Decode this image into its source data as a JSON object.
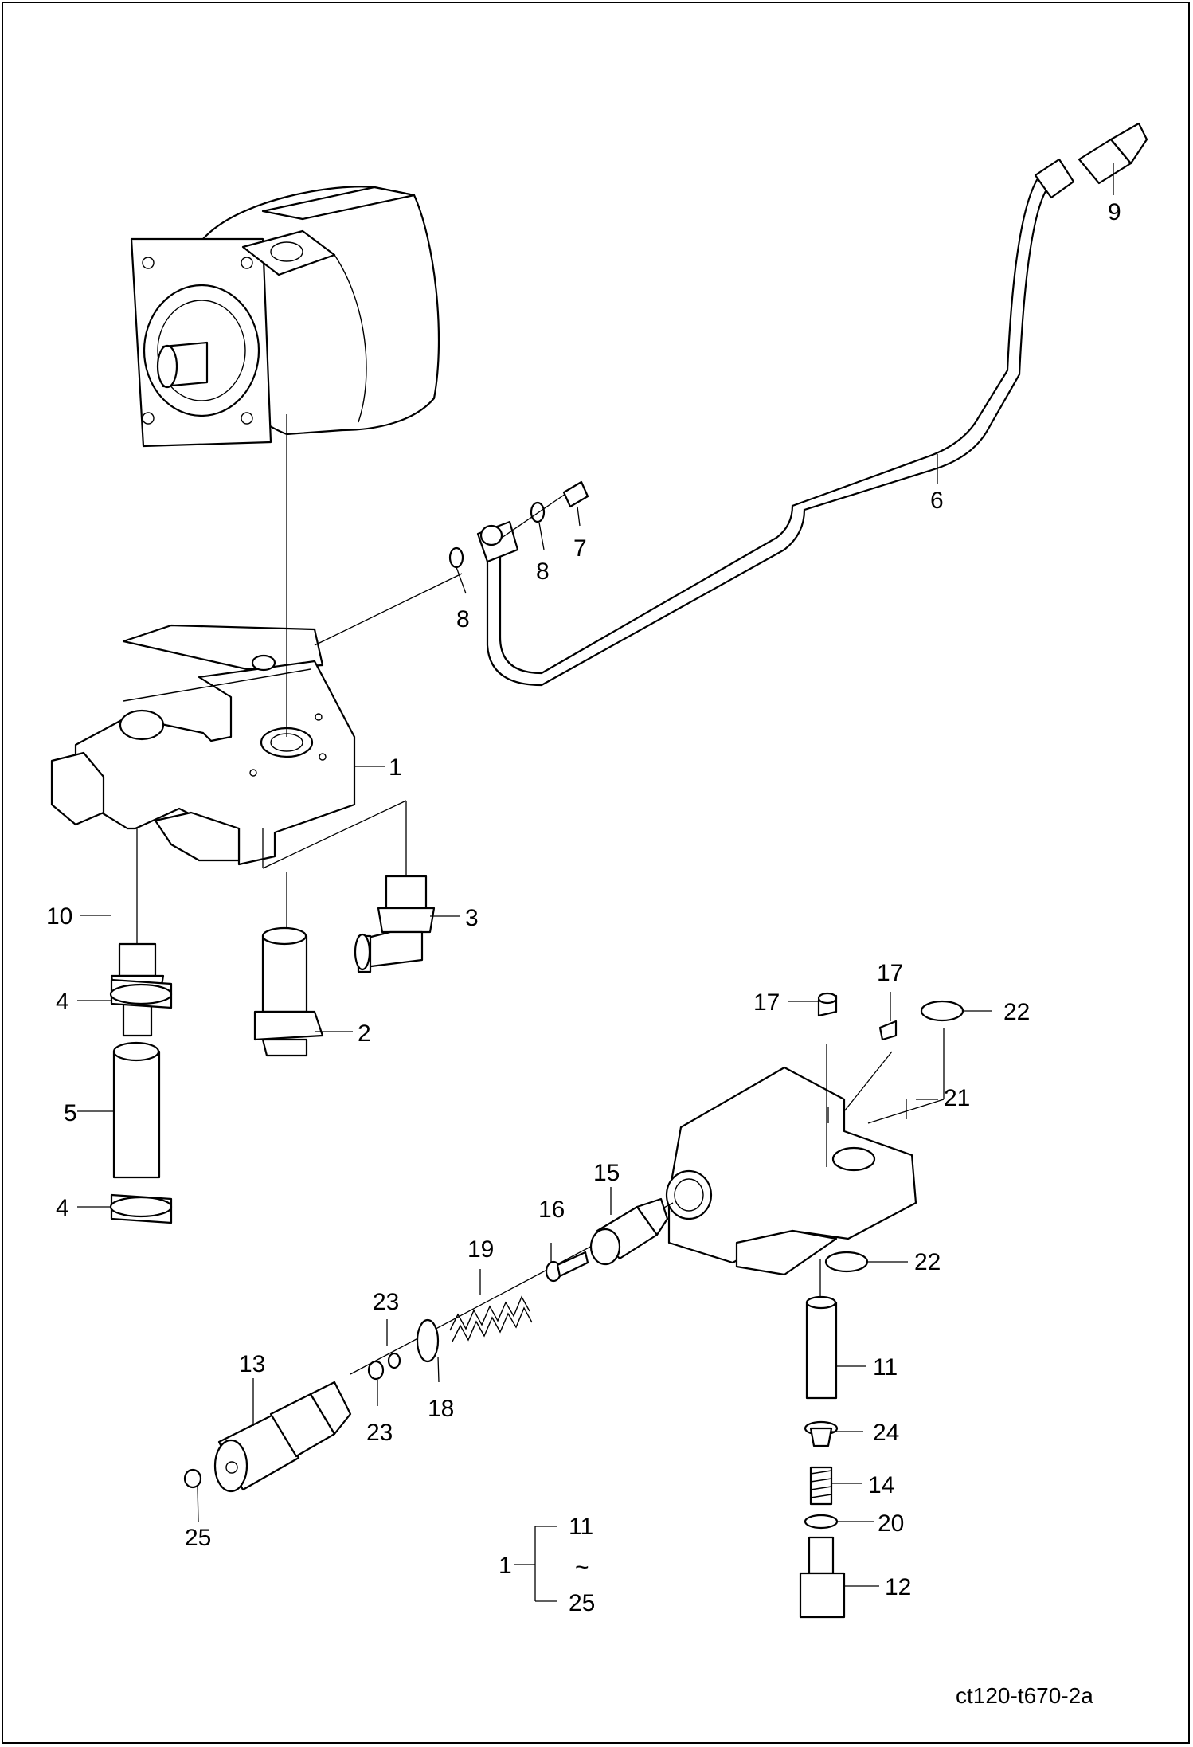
{
  "drawing_code": "ct120-t670-2a",
  "callouts": {
    "c1": "1",
    "c2": "2",
    "c3": "3",
    "c4a": "4",
    "c4b": "4",
    "c5": "5",
    "c6": "6",
    "c7": "7",
    "c8a": "8",
    "c8b": "8",
    "c9": "9",
    "c10": "10",
    "c11": "11",
    "c12": "12",
    "c13": "13",
    "c14": "14",
    "c15": "15",
    "c16": "16",
    "c17a": "17",
    "c17b": "17",
    "c18": "18",
    "c19": "19",
    "c20": "20",
    "c21": "21",
    "c22a": "22",
    "c22b": "22",
    "c23a": "23",
    "c23b": "23",
    "c24": "24",
    "c25": "25"
  },
  "kit_note": {
    "assembly": "1",
    "from": "11",
    "tilde": "~",
    "to": "25"
  }
}
